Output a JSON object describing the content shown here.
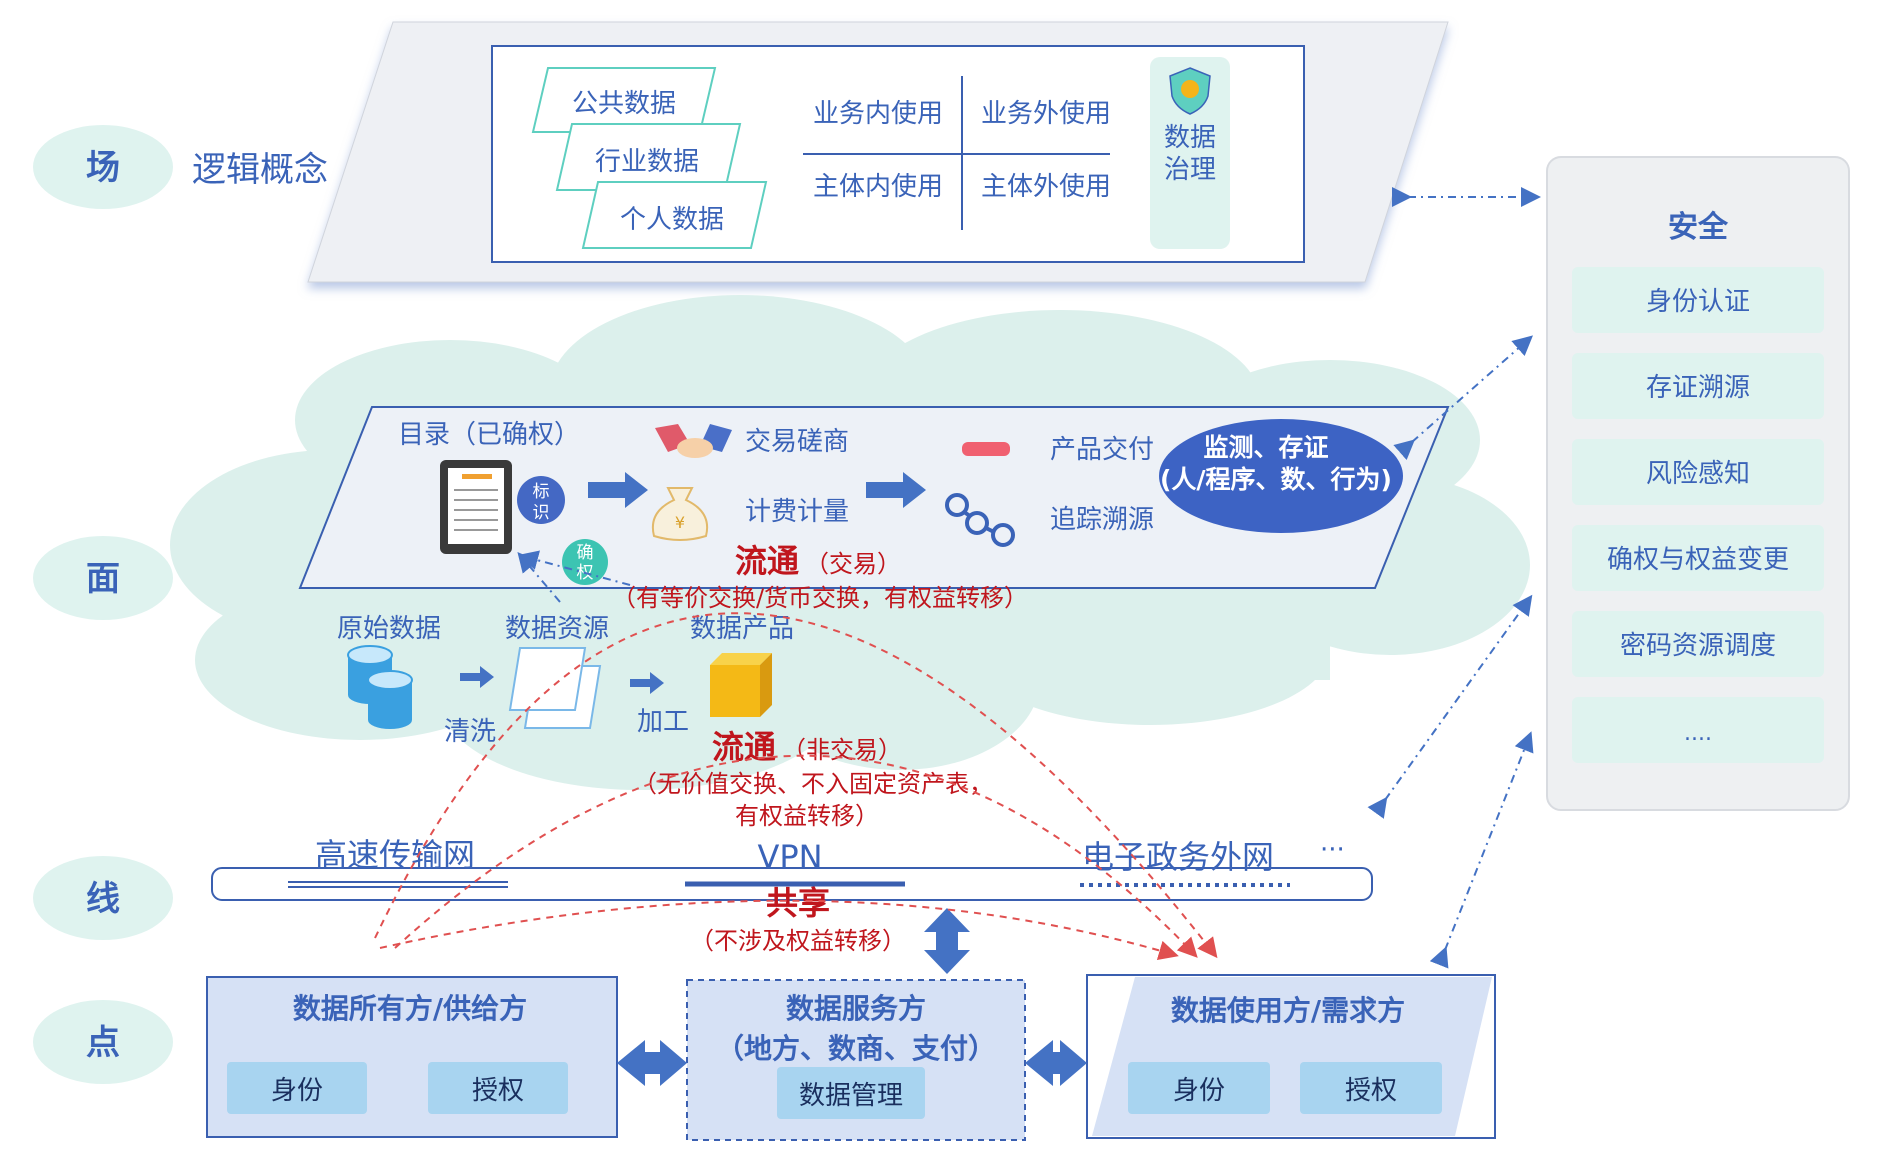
{
  "levels": {
    "scene": "场",
    "plane": "面",
    "line": "线",
    "point": "点"
  },
  "scene": {
    "concept": "逻辑概念",
    "data_types": [
      "公共数据",
      "行业数据",
      "个人数据"
    ],
    "usage": {
      "top_left": "业务内使用",
      "top_right": "业务外使用",
      "bottom_left": "主体内使用",
      "bottom_right": "主体外使用"
    },
    "governance": [
      "数据",
      "治理"
    ]
  },
  "security": {
    "title": "安全",
    "items": [
      "身份认证",
      "存证溯源",
      "风险感知",
      "确权与权益变更",
      "密码资源调度",
      "...."
    ]
  },
  "plane": {
    "catalog": "目录（已确权）",
    "tag": [
      "标",
      "识"
    ],
    "confirm": [
      "确",
      "权"
    ],
    "negotiate": "交易磋商",
    "billing": "计费计量",
    "delivery": "产品交付",
    "trace": "追踪溯源",
    "monitor": [
      "监测、存证",
      "(人/程序、数、行为)"
    ],
    "raw": "原始数据",
    "resource": "数据资源",
    "product": "数据产品",
    "clean": "清洗",
    "process": "加工",
    "flow_trade": {
      "main": "流通",
      "sub": "（交易）",
      "desc": "（有等价交换/货币交换，有权益转移）"
    },
    "flow_nontrade": {
      "main": "流通",
      "sub": "（非交易）",
      "desc": [
        "（无价值交换、不入固定资产表，",
        "有权益转移）"
      ]
    }
  },
  "line": {
    "networks": [
      "高速传输网",
      "VPN",
      "电子政务外网",
      "···"
    ],
    "share": {
      "main": "共享",
      "desc": "（不涉及权益转移）"
    }
  },
  "points": {
    "owner": {
      "title": "数据所有方/供给方",
      "buttons": [
        "身份",
        "授权"
      ]
    },
    "service": {
      "title": "数据服务方",
      "subtitle": "（地方、数商、支付）",
      "button": "数据管理"
    },
    "user": {
      "title": "数据使用方/需求方",
      "buttons": [
        "身份",
        "授权"
      ]
    }
  },
  "colors": {
    "accent": "#3a63b8",
    "mint": "#dff3ef",
    "red": "#c0161d",
    "arrow": "#4472c4",
    "box": "#d6e1f5",
    "btn": "#a8d4f0"
  }
}
